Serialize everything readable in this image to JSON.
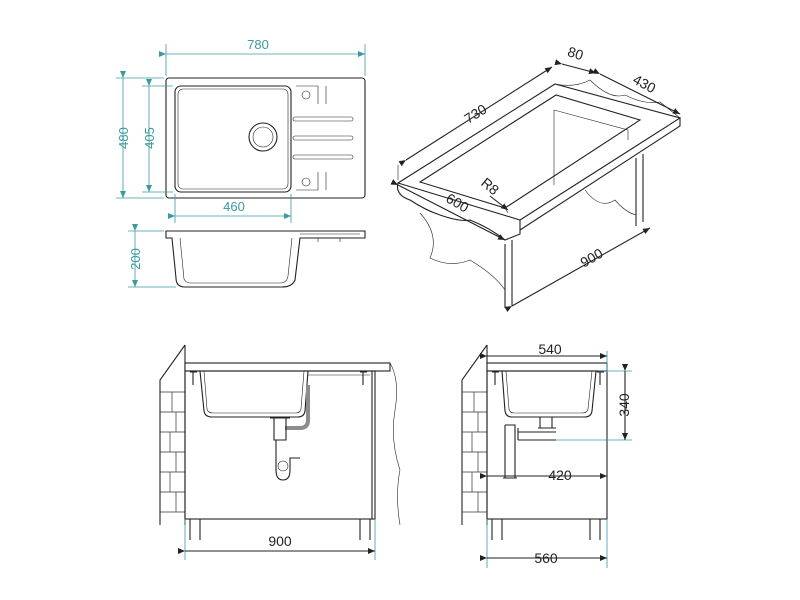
{
  "colors": {
    "dimension_teal": "#3a9aa0",
    "outline_dark": "#222222",
    "pipe_grey": "#8c8c8c",
    "background": "#ffffff"
  },
  "top_view": {
    "width_label": "780",
    "depth_label": "480",
    "bowl_depth_label": "405",
    "bowl_width_label": "460"
  },
  "side_profile": {
    "height_label": "200"
  },
  "isometric_view": {
    "length_label": "730",
    "top_thickness_label": "80",
    "top_depth_label": "430",
    "cabinet_depth_label": "600",
    "cabinet_length_label": "900",
    "radius_label": "R8"
  },
  "front_install": {
    "cabinet_width_label": "900"
  },
  "side_install": {
    "top_label": "540",
    "drain_height_label": "340",
    "pipe_offset_label": "420",
    "cabinet_depth_label": "560"
  }
}
